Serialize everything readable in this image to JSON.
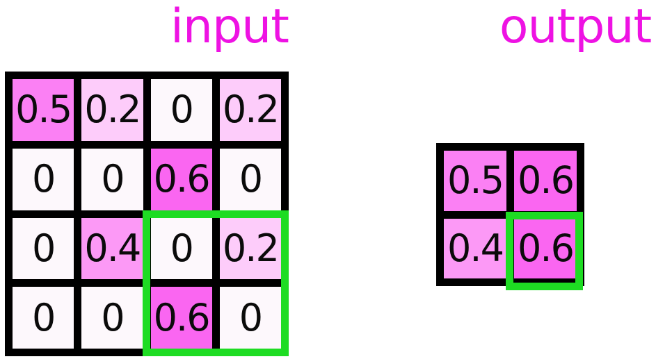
{
  "titles": {
    "input": "input",
    "output": "output"
  },
  "input_grid": {
    "label": "input",
    "values": [
      [
        0.5,
        0.2,
        0,
        0.2
      ],
      [
        0,
        0,
        0.6,
        0
      ],
      [
        0,
        0.4,
        0,
        0.2
      ],
      [
        0,
        0,
        0.6,
        0
      ]
    ]
  },
  "output_grid": {
    "label": "output",
    "values": [
      [
        0.5,
        0.6
      ],
      [
        0.4,
        0.6
      ]
    ]
  },
  "highlight": {
    "description": "pooling-window",
    "input_region_rows": "3-4",
    "input_region_cols": "3-4",
    "output_region_row": "2",
    "output_region_col": "2"
  },
  "colors": {
    "title_text": "#ee12e3",
    "cell_accent": "#f700e8",
    "cell_zero": "#fdf8fc",
    "number_text": "#0b0b0b",
    "grid_line": "#000000",
    "highlight_border": "#1edc23",
    "background": "#ffffff"
  }
}
